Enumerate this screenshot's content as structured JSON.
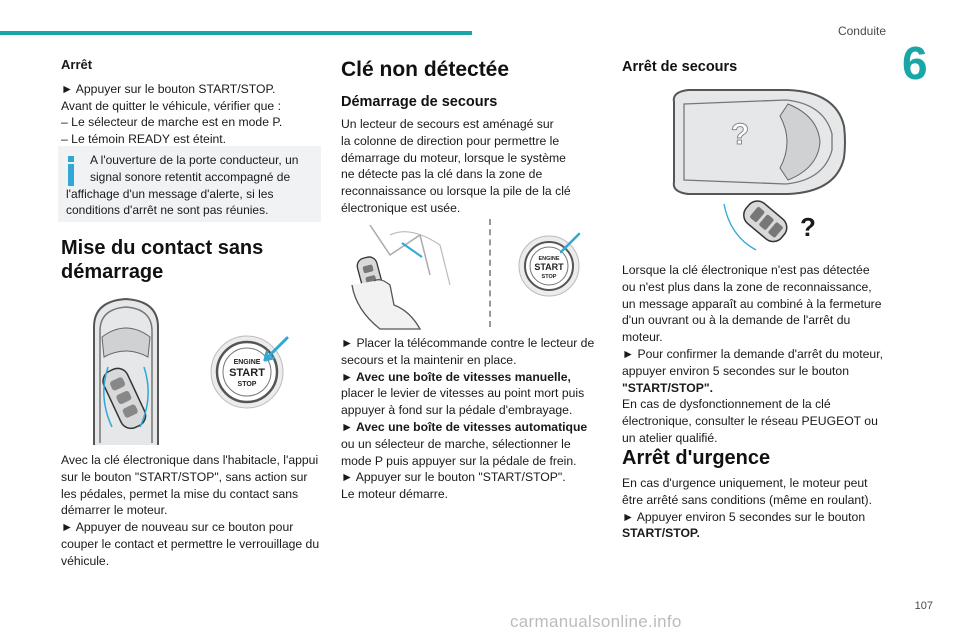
{
  "header": {
    "section": "Conduite",
    "chapter": "6",
    "page": "107"
  },
  "watermark": "carmanualsonline.info",
  "col1": {
    "arret_title": "Arrêt",
    "arret_lines": [
      "► Appuyer sur le bouton START/STOP.",
      "Avant de quitter le véhicule, vérifier que :",
      "–  Le sélecteur de marche est en mode P.",
      "–  Le témoin READY est éteint."
    ],
    "info": [
      "A l'ouverture de la porte conducteur, un",
      "signal sonore retentit accompagné de",
      "l'affichage d'un message d'alerte, si les",
      "conditions d'arrêt ne sont pas réunies."
    ],
    "mise_title_1": "Mise du contact sans",
    "mise_title_2": "démarrage",
    "engine_lbl": [
      "ENGINE",
      "START",
      "STOP"
    ],
    "body": [
      "Avec la clé électronique dans l'habitacle, l'appui",
      "sur le bouton \"START/STOP\", sans action sur",
      "les pédales, permet la mise du contact sans",
      "démarrer le moteur.",
      "► Appuyer de nouveau sur ce bouton pour",
      "couper le contact et permettre le verrouillage du",
      "véhicule."
    ]
  },
  "col2": {
    "title": "Clé non détectée",
    "subtitle": "Démarrage de secours",
    "intro": [
      "Un lecteur de secours est aménagé sur",
      "la colonne de direction pour permettre le",
      "démarrage du moteur, lorsque le système",
      "ne détecte pas la clé dans la zone de",
      "reconnaissance ou lorsque la pile de la clé",
      "électronique est usée."
    ],
    "engine_lbl": [
      "ENGINE",
      "START",
      "STOP"
    ],
    "steps": [
      "► Placer la télécommande contre le lecteur de",
      "secours et la maintenir en place.",
      "► Avec une boîte de vitesses manuelle,",
      "placer le levier de vitesses au point mort puis",
      "appuyer à fond sur la pédale d'embrayage.",
      "► Avec une boîte de vitesses automatique",
      "ou un sélecteur de marche, sélectionner le",
      "mode P puis appuyer sur la pédale de frein.",
      "► Appuyer sur le bouton \"START/STOP\".",
      "Le moteur démarre."
    ]
  },
  "col3": {
    "title": "Arrêt de secours",
    "question": "?",
    "body": [
      "Lorsque la clé électronique n'est pas détectée",
      "ou n'est plus dans la zone de reconnaissance,",
      "un message apparaît au combiné à la fermeture",
      "d'un ouvrant ou à la demande de l'arrêt du",
      "moteur.",
      "► Pour confirmer la demande d'arrêt du moteur,",
      "appuyer environ 5 secondes sur le bouton",
      "\"START/STOP\".",
      "En cas de dysfonctionnement de la clé",
      "électronique, consulter le réseau PEUGEOT ou",
      "un atelier qualifié."
    ],
    "urgence_title": "Arrêt d'urgence",
    "urgence": [
      "En cas d'urgence uniquement, le moteur peut",
      "être arrêté sans conditions (même en roulant).",
      "► Appuyer environ 5 secondes sur le bouton",
      "START/STOP."
    ]
  }
}
